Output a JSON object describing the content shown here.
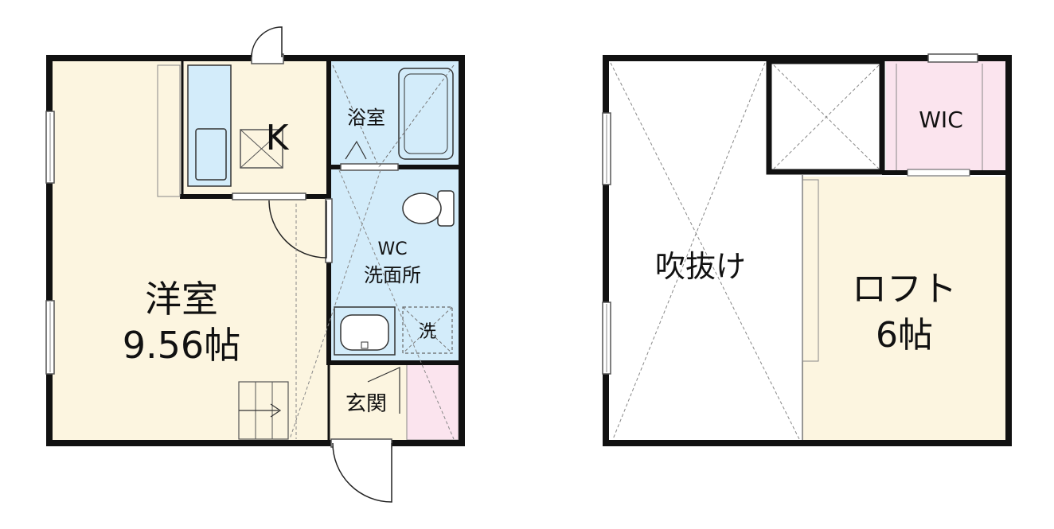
{
  "floor1": {
    "western_room": {
      "name": "洋室",
      "size": "9.56帖"
    },
    "kitchen": "K",
    "bathroom": "浴室",
    "wc_line1": "WC",
    "wc_line2": "洗面所",
    "washer": "洗",
    "entrance": "玄関"
  },
  "floor2": {
    "void": "吹抜け",
    "wic": "WIC",
    "loft": {
      "name": "ロフト",
      "size": "6帖"
    }
  },
  "colors": {
    "room_cream": "#fcf5e0",
    "wet_blue": "#d3ecfa",
    "closet_pink": "#fbe4ee",
    "wall": "#111111"
  }
}
